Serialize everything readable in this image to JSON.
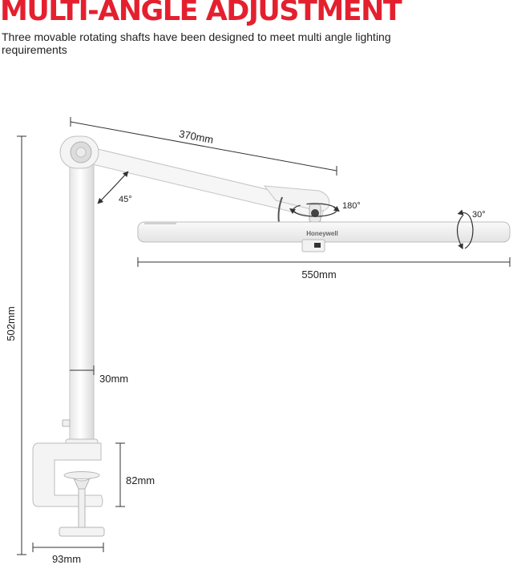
{
  "header": {
    "title": "MULTI-ANGLE ADJUSTMENT",
    "subtitle": "Three movable rotating shafts have been designed to meet multi angle lighting requirements"
  },
  "colors": {
    "accent": "#e4202f",
    "lamp_body": "#f4f4f4",
    "outline": "#bfbfbf",
    "dimension_line": "#333333"
  },
  "product": {
    "brand": "Honeywell"
  },
  "dimensions": {
    "arm_length": "370mm",
    "pole_height": "502mm",
    "pole_diameter": "30mm",
    "light_bar_length": "550mm",
    "clamp_opening": "82mm",
    "clamp_width": "93mm"
  },
  "rotation": {
    "arm_joint": "45°",
    "head_swivel": "180°",
    "head_tilt": "30°"
  }
}
